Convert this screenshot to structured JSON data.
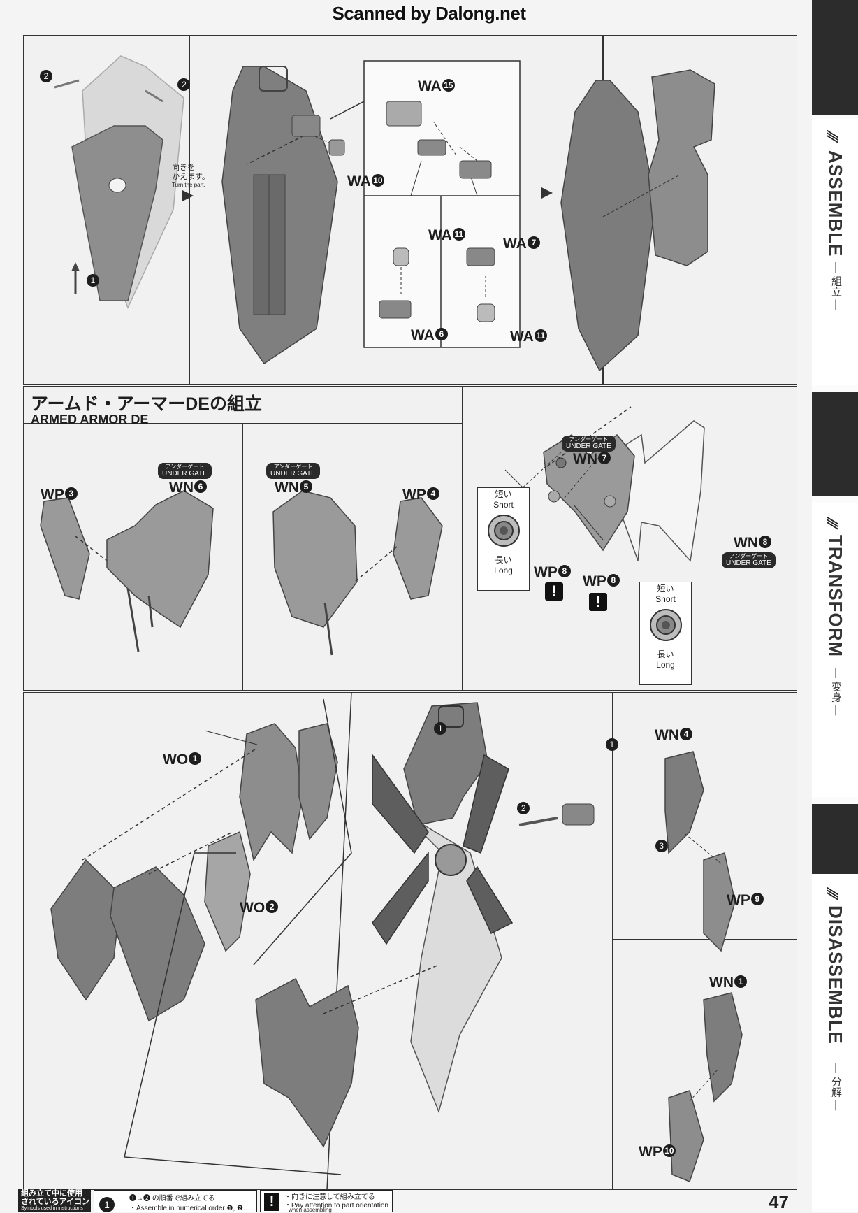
{
  "watermark": "Scanned by Dalong.net",
  "sidebar": {
    "assemble": "ASSEMBLE",
    "assemble_jp": "— 組立 —",
    "transform": "TRANSFORM",
    "transform_jp": "— 変身 —",
    "disassemble": "DISASSEMBLE",
    "disassemble_jp": "— 分解 —"
  },
  "top": {
    "turn_jp_1": "向きを",
    "turn_jp_2": "かえます。",
    "turn_en": "Turn the part.",
    "step1": "1",
    "step2": "2",
    "wa10": "WA",
    "wa10_n": "10",
    "wa15": "WA",
    "wa15_n": "15",
    "wa11a": "WA",
    "wa11a_n": "11",
    "wa6": "WA",
    "wa6_n": "6",
    "wa7": "WA",
    "wa7_n": "7",
    "wa11b": "WA",
    "wa11b_n": "11"
  },
  "armed": {
    "title_jp": "アームド・アーマーDEの組立",
    "title_en": "ARMED ARMOR DE",
    "gate_jp": "アンダーゲート",
    "gate_en": "UNDER GATE",
    "wp3": "WP",
    "wp3_n": "3",
    "wn6": "WN",
    "wn6_n": "6",
    "wn5": "WN",
    "wn5_n": "5",
    "wp4": "WP",
    "wp4_n": "4",
    "wn7": "WN",
    "wn7_n": "7",
    "wn8": "WN",
    "wn8_n": "8",
    "wp8a": "WP",
    "wp8a_n": "8",
    "wp8b": "WP",
    "wp8b_n": "8",
    "short_jp": "短い",
    "short_en": "Short",
    "long_jp": "長い",
    "long_en": "Long"
  },
  "bottom": {
    "wo1": "WO",
    "wo1_n": "1",
    "wo2": "WO",
    "wo2_n": "2",
    "step1": "1",
    "step2": "2",
    "step3": "3",
    "wn4": "WN",
    "wn4_n": "4",
    "wp9": "WP",
    "wp9_n": "9",
    "wn1": "WN",
    "wn1_n": "1",
    "wp10": "WP",
    "wp10_n": "10"
  },
  "footer": {
    "icons_jp_1": "組み立て中に使用",
    "icons_jp_2": "されているアイコン",
    "icons_en": "Symbols used in instructions",
    "order_jp": "❶→❷ の順番で組み立てる",
    "order_en": "・Assemble in numerical order ❶, ❷...",
    "orient_jp": "・向きに注意して組み立てる",
    "orient_en_1": "・Pay attention to part orientation",
    "orient_en_2": "when assembling",
    "page": "47"
  }
}
